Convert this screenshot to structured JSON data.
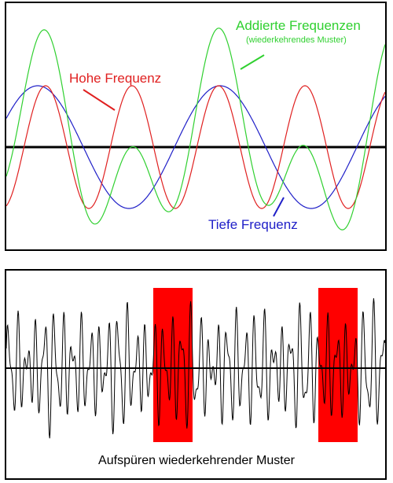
{
  "labels": {
    "sum_title": "Addierte Frequenzen",
    "sum_subtitle": "(wiederkehrendes Muster)",
    "high": "Hohe Frequenz",
    "low": "Tiefe Frequenz",
    "caption": "Aufspüren wiederkehrender Muster"
  },
  "colors": {
    "high": "#e02020",
    "low": "#2020c8",
    "sum": "#30d030",
    "baseline": "#000000",
    "signal": "#000000",
    "highlight": "#ff0000"
  }
}
